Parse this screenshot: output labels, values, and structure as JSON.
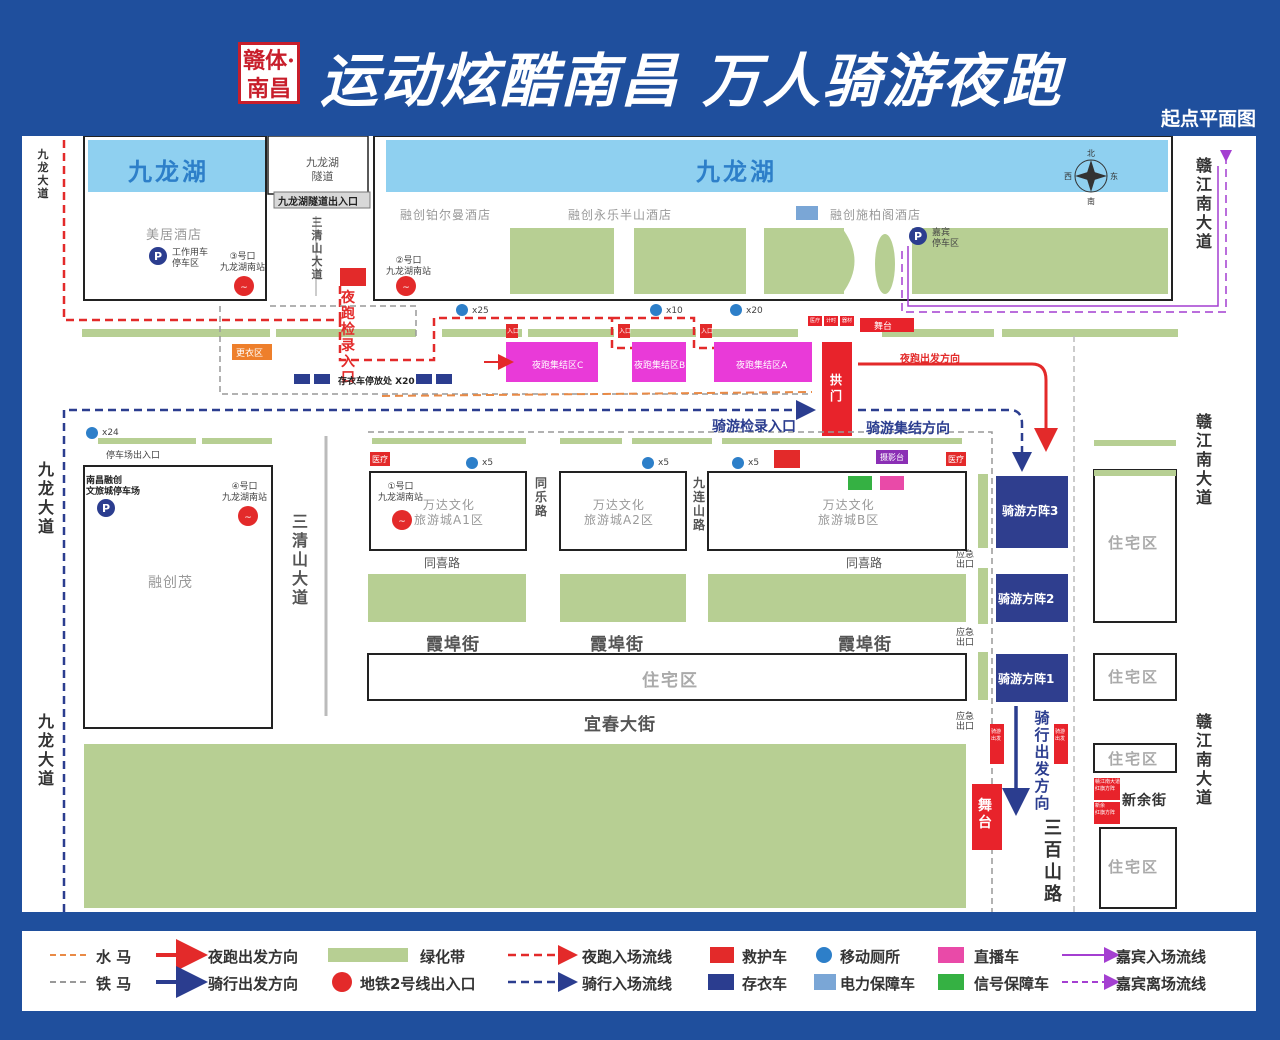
{
  "header": {
    "logo_text": "赣体·南昌",
    "title": "运动炫酷南昌 万人骑游夜跑",
    "subtitle": "起点平面图"
  },
  "map": {
    "lake_left": "九龙湖",
    "lake_right": "九龙湖",
    "tunnel_label": "九龙湖\n隧道",
    "tunnel_exit": "九龙湖隧道出入口",
    "hotel_meiju": "美居酒店",
    "hotel_platinum": "融创铂尔曼酒店",
    "hotel_yongle": "融创永乐半山酒店",
    "hotel_bailan": "融创施柏阁酒店",
    "work_parking": "工作用车\n停车区",
    "vip_parking": "嘉宾\n停车区",
    "metro3": "③号口\n九龙湖南站",
    "metro2": "②号口\n九龙湖南站",
    "metro1": "①号口\n九龙湖南站",
    "metro4": "④号口\n九龙湖南站",
    "changing": "更衣区",
    "checkin_run": "夜跑检录入口",
    "gather_c": "夜跑集结区C",
    "gather_b": "夜跑集结区B",
    "gather_a": "夜跑集结区A",
    "entry_c": "入口",
    "entry_b": "入口",
    "entry_a": "入口",
    "arch": "拱门",
    "stage_top": "舞台",
    "stage_bottom": "舞台",
    "run_start_dir": "夜跑出发方向",
    "clothes_park": "存衣车停放处 X20",
    "toilet_25": "x25",
    "toilet_10": "x10",
    "toilet_20": "x20",
    "toilet_24": "x24",
    "toilet_5a": "x5",
    "toilet_5b": "x5",
    "toilet_5c": "x5",
    "medical_small": "医疗",
    "timing_small": "计时",
    "equip_small": "器材",
    "medical_a": "医疗",
    "medical_b": "医疗",
    "photo": "摄影台",
    "ride_checkin": "骑游检录入口",
    "ride_gather_dir": "骑游集结方向",
    "ride_start_dir": "骑行出发方向",
    "parking_exit": "停车场出入口",
    "rongchuang_parking": "南昌融创\n文旅城停车场",
    "rongchuangmao": "融创茂",
    "road_jiulong_1": "九龙大道",
    "road_jiulong_2": "九龙大道",
    "road_jiulong_3": "九龙大道",
    "road_sanqing_1": "三清山大道",
    "road_sanqing_2": "三清山大道",
    "road_ganjiang_1": "赣江南大道",
    "road_ganjiang_2": "赣江南大道",
    "road_ganjiang_3": "赣江南大道",
    "road_tongle": "同乐路",
    "road_jiulian": "九连山路",
    "road_tongxi_1": "同喜路",
    "road_tongxi_2": "同喜路",
    "road_xiabu_1": "霞埠街",
    "road_xiabu_2": "霞埠街",
    "road_xiabu_3": "霞埠街",
    "road_yichun": "宜春大街",
    "road_sanbai": "三百山路",
    "road_xinyu": "新余街",
    "wanda_a1": "万达文化\n旅游城A1区",
    "wanda_a2": "万达文化\n旅游城A2区",
    "wanda_b": "万达文化\n旅游城B区",
    "residential_main": "住宅区",
    "residential_r1": "住宅区",
    "residential_r2": "住宅区",
    "residential_r3": "住宅区",
    "residential_r4": "住宅区",
    "emergency_1": "应急\n出口",
    "emergency_2": "应急\n出口",
    "emergency_3": "应急\n出口",
    "ride_block_3": "骑游方阵3",
    "ride_block_2": "骑游方阵2",
    "ride_block_1": "骑游方阵1",
    "ride_start_small_1": "骑游出发",
    "ride_start_small_2": "骑游出发",
    "side_small_1": "赣江南大道\n红旗方阵",
    "side_small_2": "新余\n红旗方阵",
    "compass_n": "北",
    "compass_s": "南",
    "compass_e": "东",
    "compass_w": "西"
  },
  "legend": {
    "water_horse": "水 马",
    "iron_horse": "铁 马",
    "run_dir": "夜跑出发方向",
    "ride_dir": "骑行出发方向",
    "green_belt": "绿化带",
    "metro_exit": "地铁2号线出入口",
    "run_flow": "夜跑入场流线",
    "ride_flow": "骑行入场流线",
    "ambulance": "救护车",
    "clothes_bus": "存衣车",
    "toilet": "移动厕所",
    "power_truck": "电力保障车",
    "live_truck": "直播车",
    "signal_truck": "信号保障车",
    "vip_in": "嘉宾入场流线",
    "vip_out": "嘉宾离场流线"
  },
  "colors": {
    "brand_blue": "#1f4f9d",
    "green_belt": "#b7cf93",
    "lake": "#8fd0f0",
    "run_red": "#e32a2a",
    "ride_blue": "#2b3d8f",
    "gather_magenta": "#e93ad8",
    "vip_purple": "#a43fd1",
    "water_horse": "#e98a46",
    "iron_horse": "#999999"
  }
}
